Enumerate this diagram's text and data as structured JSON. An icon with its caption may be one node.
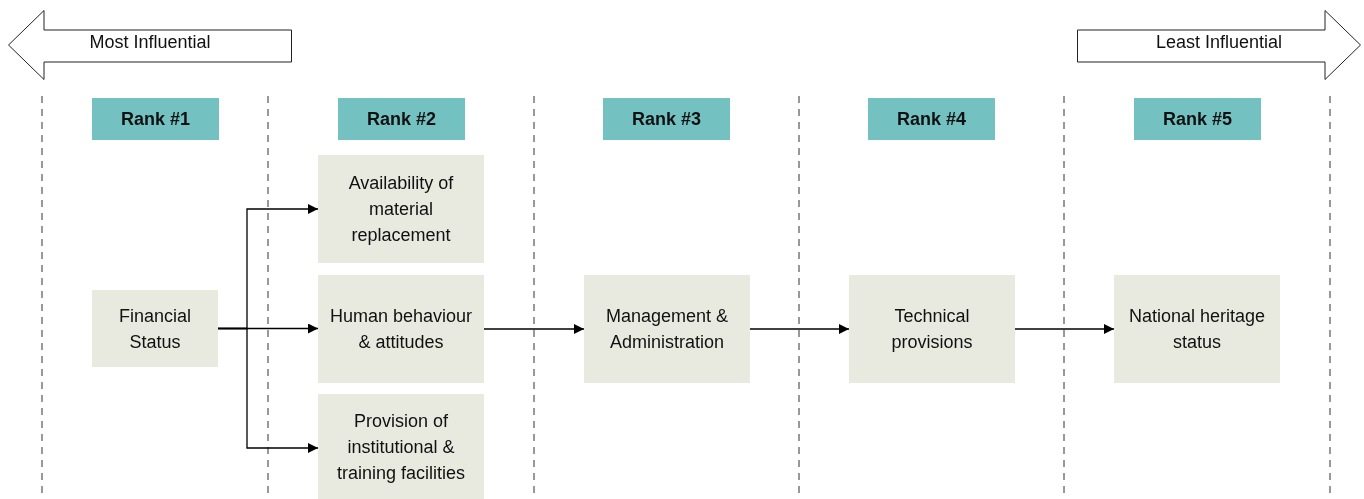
{
  "diagram": {
    "nodes": [
      {
        "text": [
          "Most Influential"
        ]
      },
      {
        "text": [
          "Least Influential"
        ]
      },
      {
        "text": [
          "Rank #1"
        ]
      },
      {
        "text": [
          "Rank #2"
        ]
      },
      {
        "text": [
          "Rank #3"
        ]
      },
      {
        "text": [
          "Rank #4"
        ]
      },
      {
        "text": [
          "Rank #5"
        ]
      },
      {
        "text": [
          "Availability of material replacement"
        ]
      },
      {
        "text": [
          "Financial Status"
        ]
      },
      {
        "text": [
          "Human behaviour & attitudes"
        ]
      },
      {
        "text": [
          "Management & Administration"
        ]
      },
      {
        "text": [
          "Technical provisions"
        ]
      },
      {
        "text": [
          "National heritage status"
        ]
      },
      {
        "text": [
          "Provision of institutional & training facilities"
        ]
      }
    ],
    "edges": [
      {
        "from": 8,
        "to": 7,
        "arrow": "to"
      },
      {
        "from": 8,
        "to": 9,
        "arrow": "to"
      },
      {
        "from": 8,
        "to": 13,
        "arrow": "to"
      },
      {
        "from": 9,
        "to": 10,
        "arrow": "to"
      },
      {
        "from": 10,
        "to": 11,
        "arrow": "to"
      },
      {
        "from": 11,
        "to": 12,
        "arrow": "to"
      }
    ]
  }
}
